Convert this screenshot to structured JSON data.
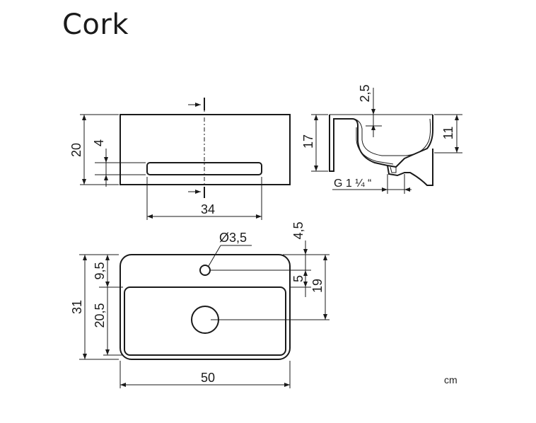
{
  "title": "Cork",
  "unit": "cm",
  "front_view": {
    "height": "20",
    "slot_height": "4",
    "slot_width": "34"
  },
  "side_view": {
    "height": "17",
    "bowl_depth": "11",
    "rim_offset": "2,5",
    "drain": "G 1 ¼ “"
  },
  "top_view": {
    "hole_diameter": "Ø3,5",
    "depth_total": "31",
    "depth_back": "9,5",
    "depth_front": "20,5",
    "width": "50",
    "hole_offset": "4,5",
    "hole_to_bowl": "5",
    "drain_position": "19"
  }
}
